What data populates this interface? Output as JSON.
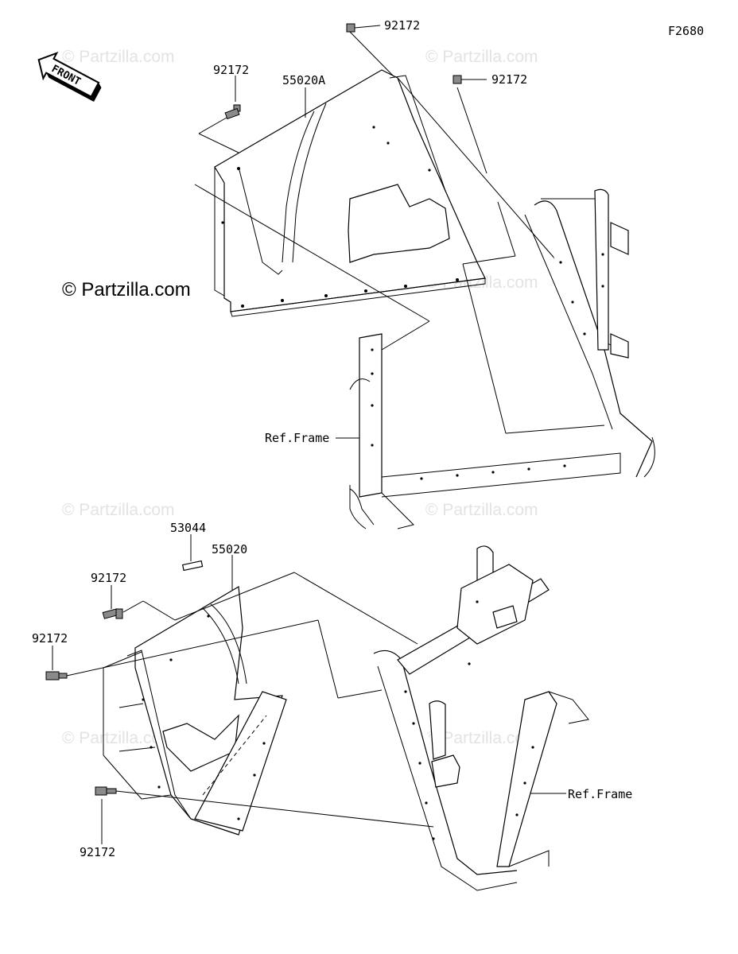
{
  "figure_code": "F2680",
  "watermark_main": "© Partzilla.com",
  "watermark_faint": "© Partzilla.com",
  "front_arrow_label": "FRONT",
  "callouts": {
    "top_nut": "92172",
    "top_right_nut": "92172",
    "top_left_bolt": "92172",
    "upper_panel": "55020A",
    "ref_frame_upper": "Ref.Frame",
    "clip": "53044",
    "lower_panel": "55020",
    "lower_bolt_a": "92172",
    "lower_bolt_b": "92172",
    "lower_bolt_c": "92172",
    "ref_frame_lower": "Ref.Frame"
  }
}
